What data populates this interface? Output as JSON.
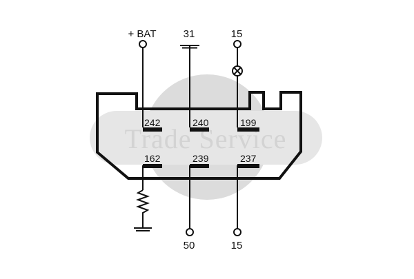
{
  "watermark": {
    "text": "Trade Service",
    "color": "#d9d9d9"
  },
  "terminals": {
    "top": [
      "+ BAT",
      "31",
      "15"
    ],
    "bottom": [
      "50",
      "15"
    ]
  },
  "pins": {
    "upper": [
      "242",
      "240",
      "199"
    ],
    "lower": [
      "162",
      "239",
      "237"
    ]
  },
  "symbols": [
    "lamp-icon",
    "ground-icon",
    "resistor-icon",
    "terminal-ring-icon"
  ],
  "colors": {
    "line": "#111111",
    "watermark": "#d9d9d9"
  }
}
